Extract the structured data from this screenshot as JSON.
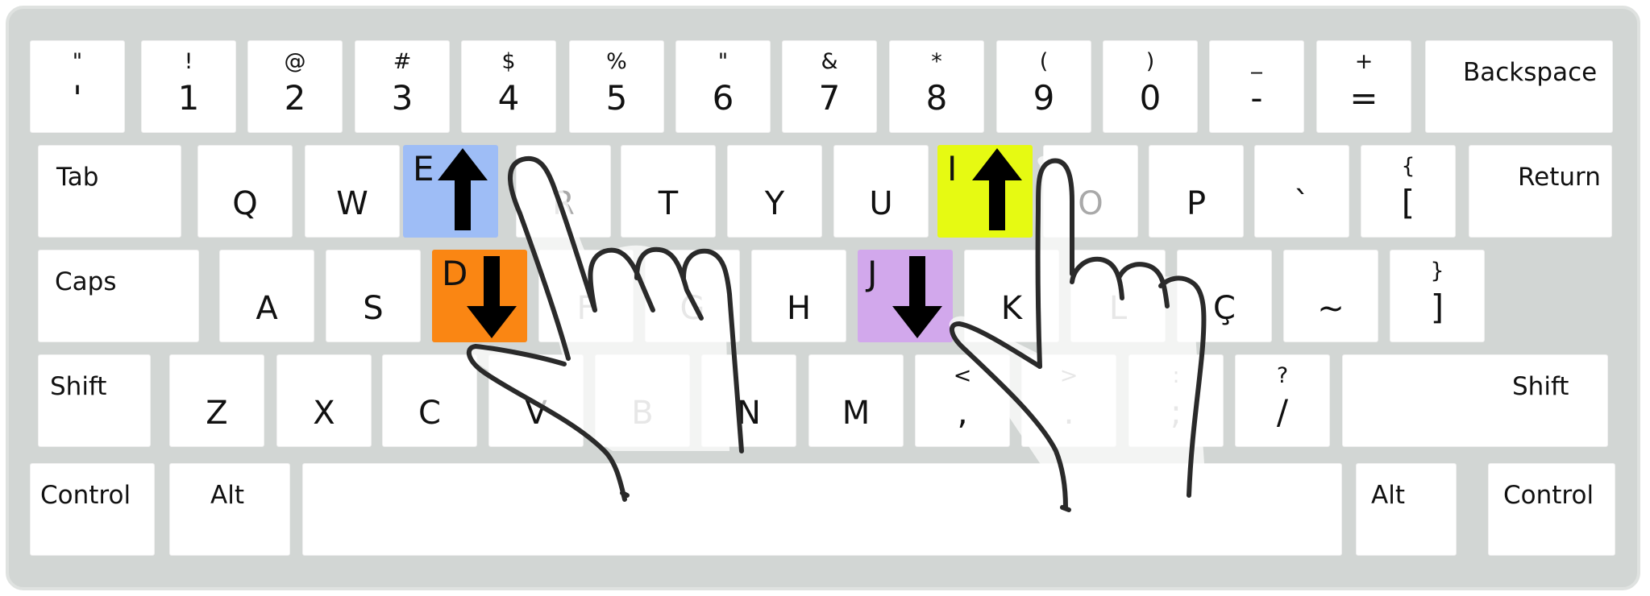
{
  "keyboard": {
    "row1": [
      {
        "shift": "\"",
        "main": "'"
      },
      {
        "shift": "!",
        "main": "1"
      },
      {
        "shift": "@",
        "main": "2"
      },
      {
        "shift": "#",
        "main": "3"
      },
      {
        "shift": "$",
        "main": "4"
      },
      {
        "shift": "%",
        "main": "5"
      },
      {
        "shift": "\"",
        "main": "6"
      },
      {
        "shift": "&",
        "main": "7"
      },
      {
        "shift": "*",
        "main": "8"
      },
      {
        "shift": "(",
        "main": "9"
      },
      {
        "shift": ")",
        "main": "0"
      },
      {
        "shift": "_",
        "main": "-"
      },
      {
        "shift": "+",
        "main": "="
      },
      {
        "label": "Backspace"
      }
    ],
    "row2": [
      {
        "label": "Tab"
      },
      {
        "main": "Q"
      },
      {
        "main": "W"
      },
      {
        "main": "E"
      },
      {
        "main": "R"
      },
      {
        "main": "T"
      },
      {
        "main": "Y"
      },
      {
        "main": "U"
      },
      {
        "main": "I"
      },
      {
        "main": "O"
      },
      {
        "main": "P"
      },
      {
        "main": "`"
      },
      {
        "shift": "{",
        "main": "["
      },
      {
        "label": "Return"
      }
    ],
    "row3": [
      {
        "label": "Caps"
      },
      {
        "main": "A"
      },
      {
        "main": "S"
      },
      {
        "main": "D"
      },
      {
        "main": "F"
      },
      {
        "main": "G"
      },
      {
        "main": "H"
      },
      {
        "main": "J"
      },
      {
        "main": "K"
      },
      {
        "main": "L"
      },
      {
        "main": "Ç"
      },
      {
        "main": "~"
      },
      {
        "shift": "}",
        "main": "]"
      }
    ],
    "row4": [
      {
        "label": "Shift"
      },
      {
        "main": "Z"
      },
      {
        "main": "X"
      },
      {
        "main": "C"
      },
      {
        "main": "V"
      },
      {
        "main": "B"
      },
      {
        "main": "N"
      },
      {
        "main": "M"
      },
      {
        "shift": "<",
        "main": ","
      },
      {
        "shift": ">",
        "main": "."
      },
      {
        "shift": ":",
        "main": ";"
      },
      {
        "shift": "?",
        "main": "/"
      },
      {
        "label": "Shift"
      }
    ],
    "row5": [
      {
        "label": "Control"
      },
      {
        "label": "Alt"
      },
      {
        "label": ""
      },
      {
        "label": "Alt"
      },
      {
        "label": "Control"
      }
    ]
  },
  "highlights": [
    {
      "letter": "E",
      "color": "#9ebdf6",
      "arrow": "up"
    },
    {
      "letter": "D",
      "color": "#fa8613",
      "arrow": "down"
    },
    {
      "letter": "I",
      "color": "#e6fa12",
      "arrow": "up"
    },
    {
      "letter": "J",
      "color": "#d2a8ec",
      "arrow": "down"
    }
  ],
  "colors": {
    "frame": "#d2d6d4",
    "key": "#ffffff",
    "faded_text": "#a9a9a9",
    "hand_outline": "#2a2a2a"
  },
  "icons": {
    "up_arrow": "arrow-up-icon",
    "down_arrow": "arrow-down-icon",
    "left_hand": "left-hand-outline",
    "right_hand": "right-hand-outline"
  }
}
